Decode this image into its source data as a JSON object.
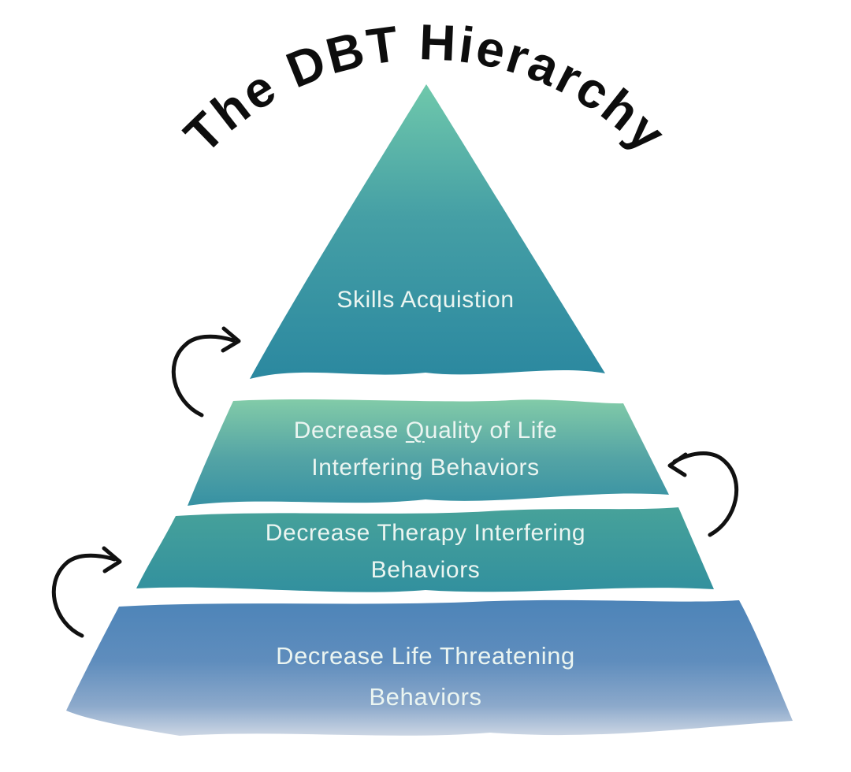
{
  "title": "The DBT Hierarchy",
  "colors": {
    "background": "#ffffff",
    "title_text": "#0d0d0d",
    "label_text": "#ebf5f1",
    "arrow": "#111111"
  },
  "pyramid": {
    "levels": [
      {
        "id": "skills-acquisition",
        "line1": "Skills Acquistion",
        "gradient_top": "#6fc8ab",
        "gradient_mid": "#459fa5",
        "gradient_bottom": "#2b88a0"
      },
      {
        "id": "quality-of-life",
        "line1_prefix": "Decrease ",
        "line1_underlined": "Q",
        "line1_suffix": "uality of Life",
        "line2": "Interfering Behaviors",
        "gradient_top": "#82cba8",
        "gradient_mid": "#54a4a5",
        "gradient_bottom": "#3791a3"
      },
      {
        "id": "therapy-interfering",
        "line1": "Decrease Therapy Interfering",
        "line2": "Behaviors",
        "gradient_top": "#47a29a",
        "gradient_bottom": "#32909e"
      },
      {
        "id": "life-threatening",
        "line1": "Decrease Life Threatening",
        "line2": "Behaviors",
        "gradient_top": "#4d84b8",
        "gradient_mid1": "#5f8dbd",
        "gradient_mid2": "#8ca9cb",
        "gradient_bottom": "#ccd6e4"
      }
    ]
  },
  "icons": {
    "arrow_top_left": "curved-arrow-clockwise",
    "arrow_right": "curved-arrow-counterclockwise",
    "arrow_bottom_left": "curved-arrow-clockwise"
  }
}
